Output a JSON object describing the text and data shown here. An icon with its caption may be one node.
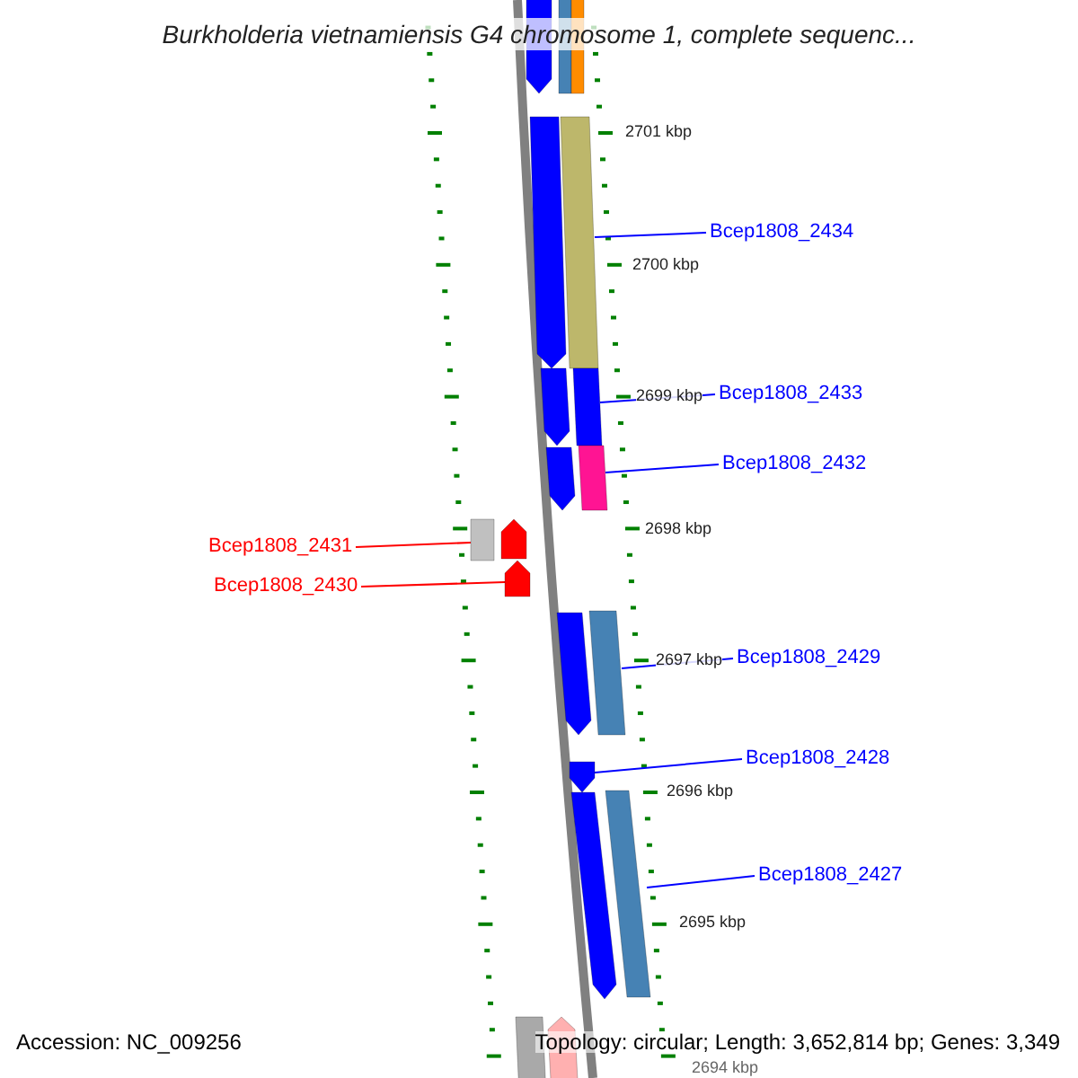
{
  "diagram": {
    "title": "Burkholderia vietnamiensis G4 chromosome 1, complete sequenc...",
    "nodes": [
      {
        "text": [],
        "shape": "arrow"
      },
      {
        "text": [],
        "shape": "bar"
      },
      {
        "text": [],
        "shape": "bar"
      },
      {
        "text": [],
        "shape": "arrow"
      },
      {
        "text": [],
        "shape": "bar"
      },
      {
        "text": [
          "Bcep1808_2434"
        ]
      },
      {
        "text": [],
        "shape": "arrow"
      },
      {
        "text": [],
        "shape": "bar"
      },
      {
        "text": [
          "Bcep1808_2433"
        ]
      },
      {
        "text": [],
        "shape": "arrow"
      },
      {
        "text": [],
        "shape": "bar"
      },
      {
        "text": [
          "Bcep1808_2432"
        ]
      },
      {
        "text": [
          "Bcep1808_2431"
        ]
      },
      {
        "text": [],
        "shape": "bar"
      },
      {
        "text": [],
        "shape": "arrow"
      },
      {
        "text": [
          "Bcep1808_2430"
        ]
      },
      {
        "text": [],
        "shape": "arrow"
      },
      {
        "text": [],
        "shape": "arrow"
      },
      {
        "text": [],
        "shape": "bar"
      },
      {
        "text": [
          "Bcep1808_2429"
        ]
      },
      {
        "text": [
          "Bcep1808_2428"
        ]
      },
      {
        "text": [],
        "shape": "arrow"
      },
      {
        "text": [],
        "shape": "arrow"
      },
      {
        "text": [],
        "shape": "bar"
      },
      {
        "text": [
          "Bcep1808_2427"
        ]
      },
      {
        "text": [],
        "shape": "bar"
      },
      {
        "text": [],
        "shape": "arrow"
      }
    ],
    "edges": [
      {
        "from": 5,
        "to": 4,
        "arrow": "none"
      },
      {
        "from": 8,
        "to": 7,
        "arrow": "none"
      },
      {
        "from": 11,
        "to": 10,
        "arrow": "none"
      },
      {
        "from": 12,
        "to": 13,
        "arrow": "none",
        "color": "#ff0000"
      },
      {
        "from": 15,
        "to": 16,
        "arrow": "none",
        "color": "#ff0000"
      },
      {
        "from": 19,
        "to": 18,
        "arrow": "none"
      },
      {
        "from": 20,
        "to": 21,
        "arrow": "none"
      },
      {
        "from": 24,
        "to": 23,
        "arrow": "none"
      }
    ],
    "labels": [
      "2701 kbp",
      "2700 kbp",
      "2699 kbp",
      "2698 kbp",
      "2697 kbp",
      "2696 kbp",
      "2695 kbp",
      "2694 kbp",
      "Accession: NC_009256",
      "Topology: circular; Length: 3,652,814 bp; Genes: 3,349"
    ]
  }
}
